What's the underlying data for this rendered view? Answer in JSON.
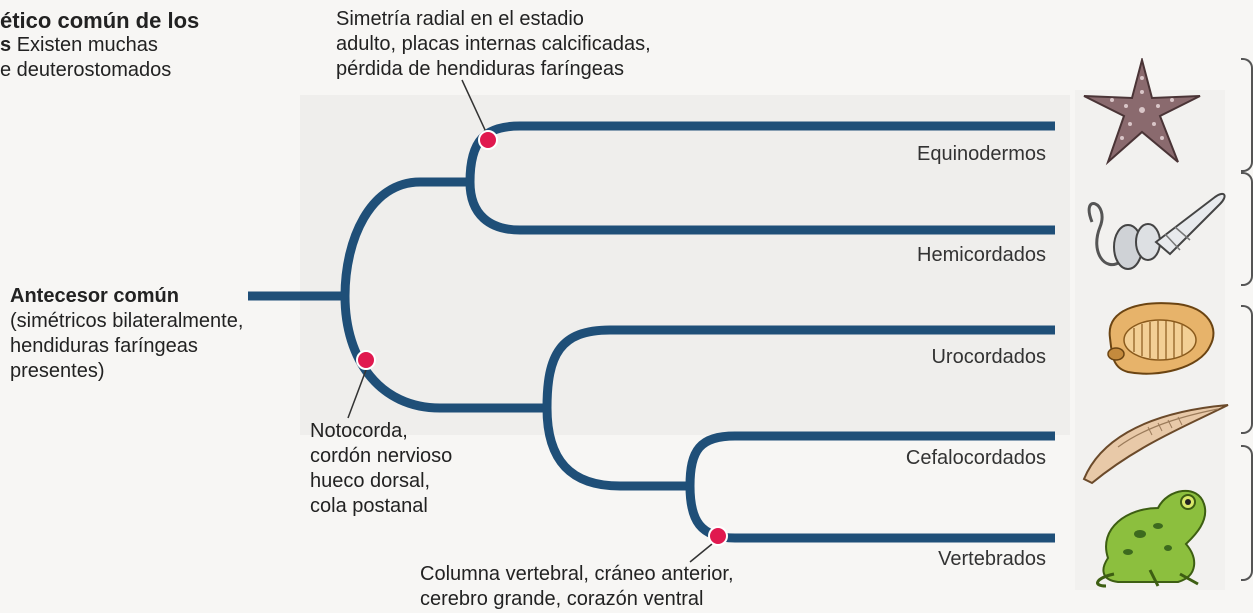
{
  "heading": {
    "line1": "ético común de los",
    "line2_bold": "s",
    "line2": "Existen muchas",
    "line3": "e deuterostomados"
  },
  "ancestor": {
    "title": "Antecesor común",
    "lines": [
      "(simétricos bilateralmente,",
      "hendiduras faríngeas",
      "presentes)"
    ]
  },
  "taxa": [
    "Equinodermos",
    "Hemicordados",
    "Urocordados",
    "Cefalocordados",
    "Vertebrados"
  ],
  "traits": {
    "echinoderm": [
      "Simetría radial en el estadio",
      "adulto, placas internas calcificadas,",
      "pérdida de hendiduras faríngeas"
    ],
    "chordate": [
      "Notocorda,",
      "cordón nervioso",
      "hueco dorsal,",
      "cola postanal"
    ],
    "vertebrate": [
      "Columna vertebral, cráneo anterior,",
      "cerebro grande, corazón ventral"
    ]
  },
  "colors": {
    "branch": "#1f4f78",
    "node": "#e0194f"
  },
  "icons": [
    "starfish-illustration",
    "acorn-worm-illustration",
    "tunicate-illustration",
    "lancelet-illustration",
    "frog-illustration"
  ]
}
